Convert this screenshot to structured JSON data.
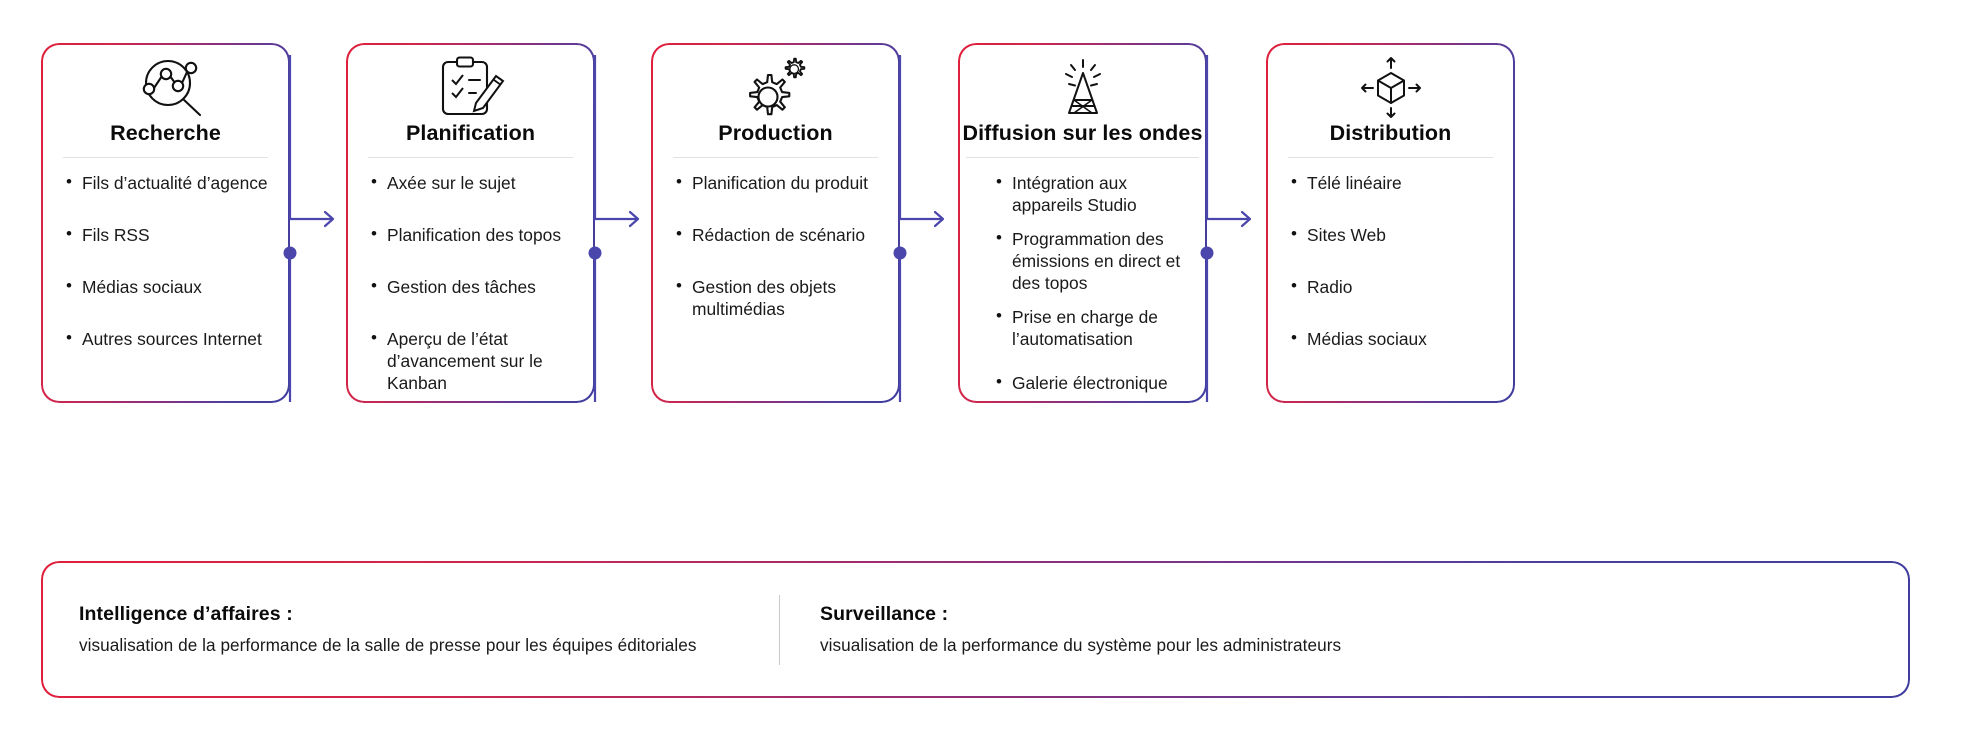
{
  "theme": {
    "gradient_start": "#e0203c",
    "gradient_end": "#3f3d9e",
    "connector_color": "#4b46ac",
    "rule_color": "#e2e2e2",
    "text_color": "#1a1a1a",
    "background": "#ffffff"
  },
  "stages": [
    {
      "id": "recherche",
      "icon": "magnifier-network-icon",
      "title": "Recherche",
      "bullets": [
        "Fils d’actualité d’agence",
        "Fils RSS",
        "Médias sociaux",
        "Autres sources Internet"
      ]
    },
    {
      "id": "planification",
      "icon": "clipboard-pencil-icon",
      "title": "Planification",
      "bullets": [
        "Axée sur le sujet",
        "Planification des topos",
        "Gestion des tâches",
        "Aperçu de l’état d’avancement sur le Kanban"
      ]
    },
    {
      "id": "production",
      "icon": "gears-icon",
      "title": "Production",
      "bullets": [
        "Planification du produit",
        "Rédaction de scénario",
        "Gestion des objets multimédias"
      ]
    },
    {
      "id": "diffusion",
      "icon": "broadcast-tower-icon",
      "title": "Diffusion sur les ondes",
      "bullets": [
        "Intégration aux appareils Studio",
        "Programmation des émissions en direct et des topos",
        "Prise en charge de l’automatisation",
        "Galerie électronique"
      ]
    },
    {
      "id": "distribution",
      "icon": "cube-arrows-icon",
      "title": "Distribution",
      "bullets": [
        "Télé linéaire",
        "Sites Web",
        "Radio",
        "Médias sociaux"
      ]
    }
  ],
  "footer": {
    "left": {
      "heading": "Intelligence d’affaires :",
      "description": "visualisation de la performance de la salle de presse pour les équipes éditoriales"
    },
    "right": {
      "heading": "Surveillance :",
      "description": "visualisation de la performance du système pour les administrateurs"
    }
  }
}
